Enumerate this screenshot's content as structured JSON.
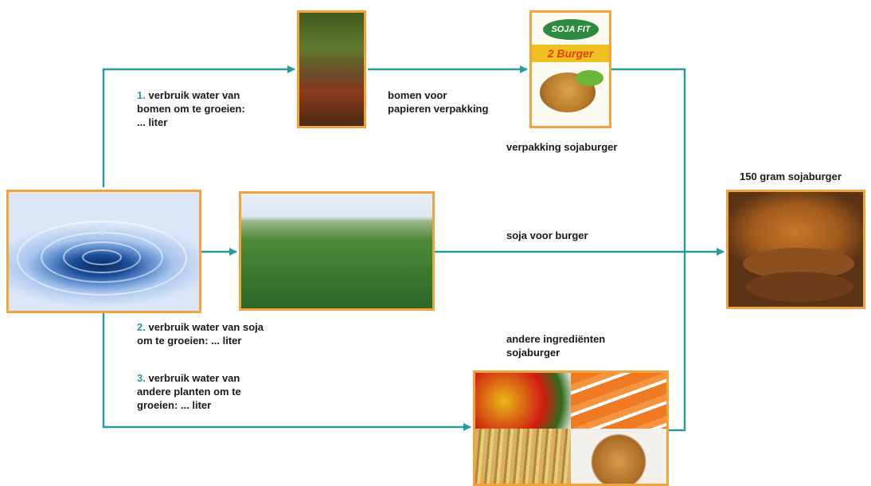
{
  "colors": {
    "line": "#2a9aa0",
    "frame": "#f2a43a",
    "number": "#2a9aa0"
  },
  "images": {
    "water": "water-drop-photo",
    "forest": "cut-trees-forest-photo",
    "package": "soja-fit-burger-package-photo",
    "field": "soybean-field-photo",
    "ingredients": "vegetables-grain-onion-collage",
    "burger": "soy-burger-photo"
  },
  "package": {
    "brand": "SOJA FIT",
    "product": "2 Burger"
  },
  "labels": {
    "step1_num": "1.",
    "step1_line1": "verbruik water van",
    "step1_line2": "bomen om te groeien:",
    "step1_line3": "... liter",
    "trees_line1": "bomen voor",
    "trees_line2": "papieren verpakking",
    "packaging": "verpakking sojaburger",
    "burger_title": "150 gram sojaburger",
    "soja": "soja voor burger",
    "step2_num": "2.",
    "step2_line1": "verbruik water van soja",
    "step2_line2": "om te groeien: ... liter",
    "other_line1": "andere ingrediënten",
    "other_line2": "sojaburger",
    "step3_num": "3.",
    "step3_line1": "verbruik water van",
    "step3_line2": "andere planten om te",
    "step3_line3": "groeien: ... liter"
  }
}
